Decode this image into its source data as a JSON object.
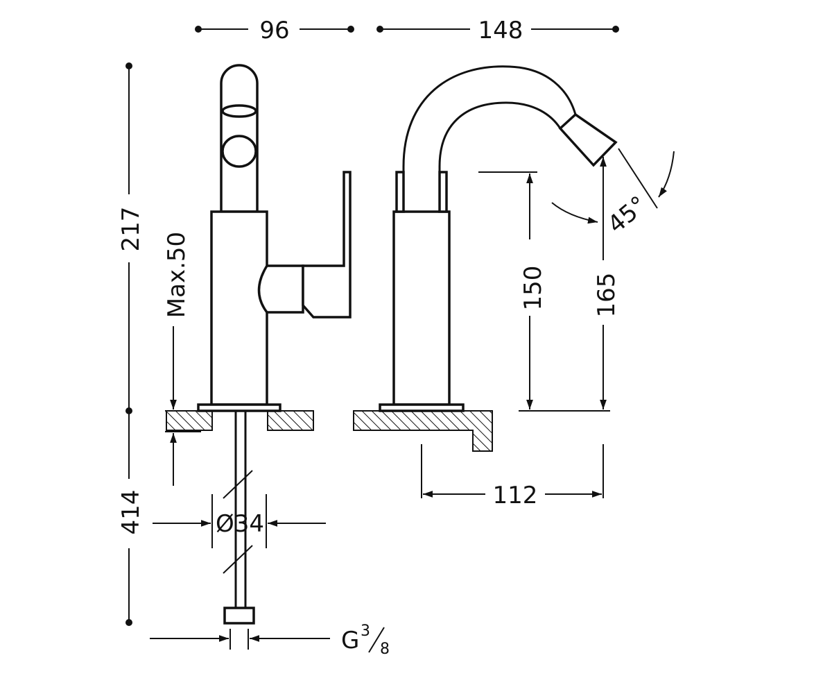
{
  "dimensions": {
    "width_front": "96",
    "width_side": "148",
    "total_height": "217",
    "max_counter": "Max.50",
    "spout_height": "150",
    "spout_outlet_height": "165",
    "angle": "45°",
    "spout_reach": "112",
    "hose_length": "414",
    "diameter": "Ø34",
    "thread_prefix": "G",
    "thread_numerator": "3",
    "thread_denominator": "8"
  }
}
